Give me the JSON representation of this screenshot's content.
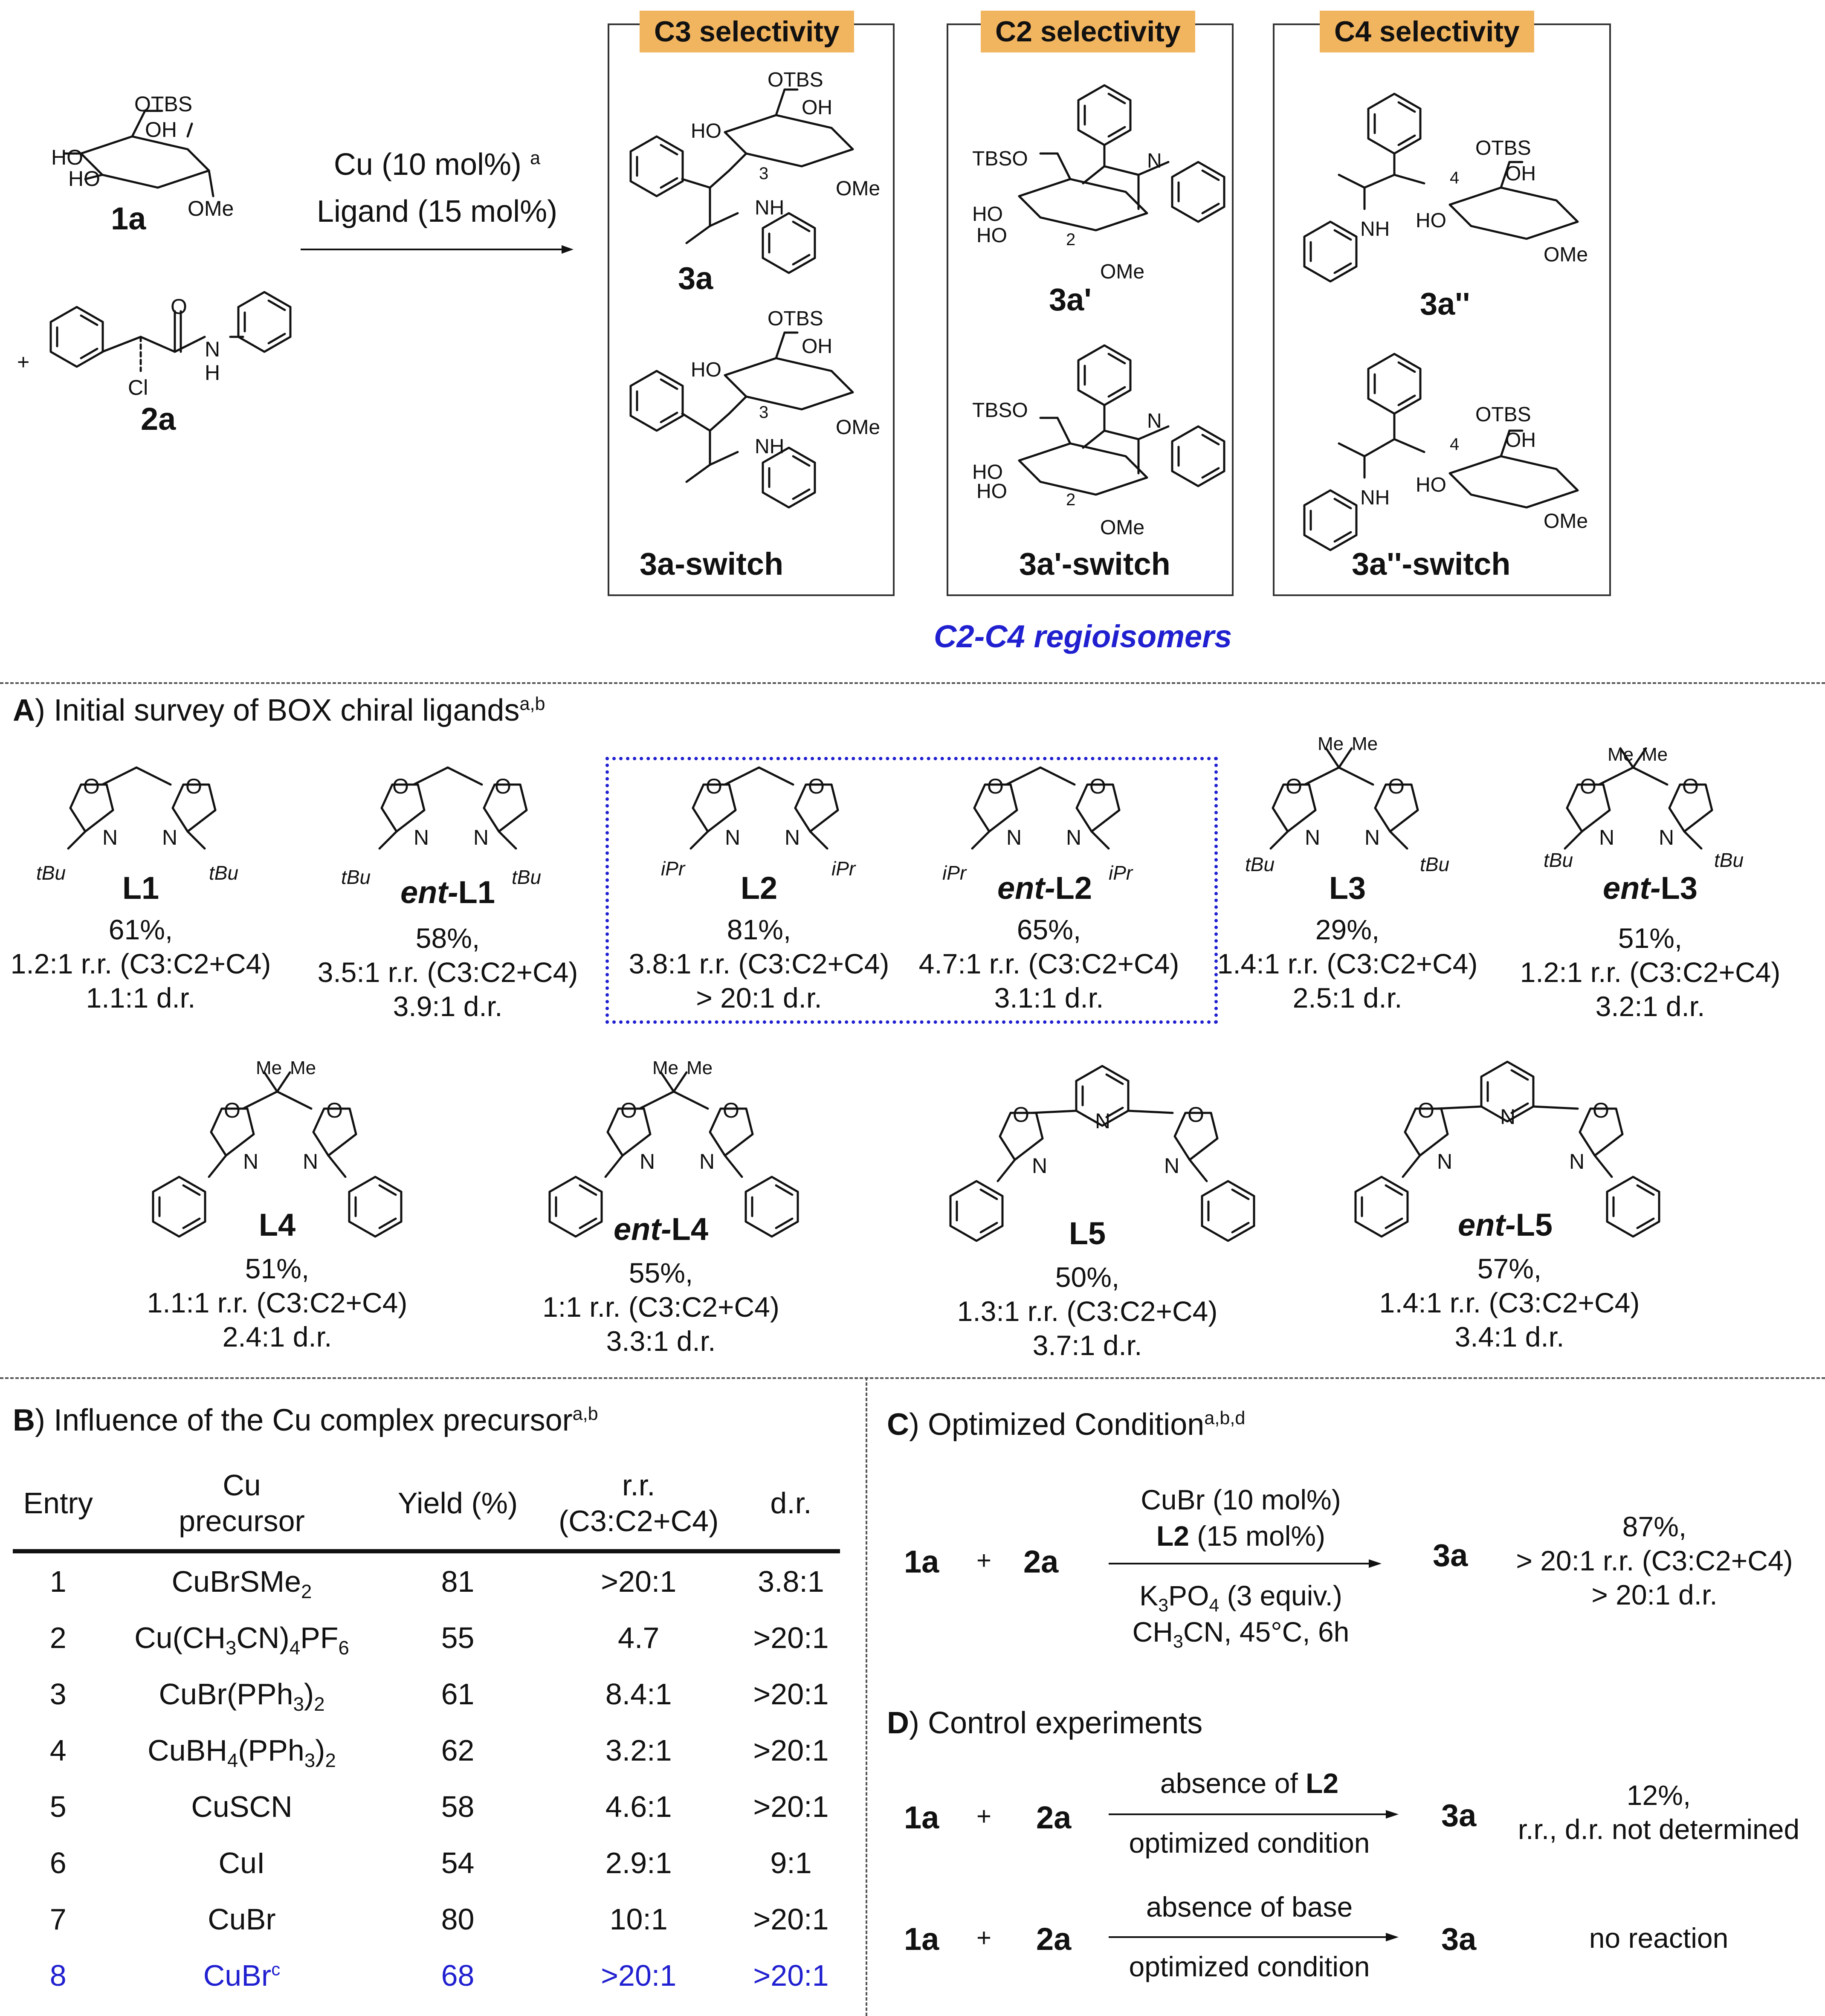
{
  "scheme": {
    "sm1": "1a",
    "sm2": "2a",
    "plus": "+",
    "condition_line1": "Cu (10 mol%)",
    "condition_line1_sup": "a",
    "condition_line2": "Ligand (15 mol%)",
    "atom_labels": {
      "otbs": "OTBS",
      "oh": "OH",
      "ho": "HO",
      "ome": "OMe",
      "o": "O",
      "nh": "NH",
      "n": "N",
      "h": "H",
      "cl": "Cl",
      "tbso": "TBSO",
      "pos3": "3",
      "pos2": "2",
      "pos4": "4"
    },
    "boxes": [
      {
        "header": "C3 selectivity",
        "products": [
          "3a",
          "3a-switch"
        ]
      },
      {
        "header": "C2 selectivity",
        "products": [
          "3a'",
          "3a'-switch"
        ]
      },
      {
        "header": "C4 selectivity",
        "products": [
          "3a''",
          "3a''-switch"
        ]
      }
    ],
    "regio_caption": "C2-C4 regioisomers",
    "colors": {
      "header_bg": "#f2b55f",
      "highlight_blue": "#2020d0"
    }
  },
  "sectionA": {
    "letter": "A",
    "title": ") Initial survey of BOX chiral ligands",
    "title_sup": "a,b",
    "ligand_labels": {
      "tbu": "tBu",
      "ipr": "iPr",
      "me": "Me",
      "o": "O",
      "n": "N"
    },
    "ligands": [
      {
        "prefix": "",
        "name": "L1",
        "yield": "61%,",
        "rr": "1.2:1 r.r.  (C3:C2+C4)",
        "dr": "1.1:1 d.r."
      },
      {
        "prefix": "ent-",
        "name": "L1",
        "yield": "58%,",
        "rr": "3.5:1 r.r.  (C3:C2+C4)",
        "dr": "3.9:1 d.r."
      },
      {
        "prefix": "",
        "name": "L2",
        "yield": "81%,",
        "rr": "3.8:1 r.r.  (C3:C2+C4)",
        "dr": "> 20:1 d.r."
      },
      {
        "prefix": "ent-",
        "name": "L2",
        "yield": "65%,",
        "rr": "4.7:1 r.r.  (C3:C2+C4)",
        "dr": "3.1:1 d.r."
      },
      {
        "prefix": "",
        "name": "L3",
        "yield": "29%,",
        "rr": "1.4:1 r.r.  (C3:C2+C4)",
        "dr": "2.5:1 d.r."
      },
      {
        "prefix": "ent-",
        "name": "L3",
        "yield": "51%,",
        "rr": "1.2:1 r.r.  (C3:C2+C4)",
        "dr": "3.2:1 d.r."
      },
      {
        "prefix": "",
        "name": "L4",
        "yield": "51%,",
        "rr": "1.1:1 r.r.  (C3:C2+C4)",
        "dr": "2.4:1 d.r."
      },
      {
        "prefix": "ent-",
        "name": "L4",
        "yield": "55%,",
        "rr": "1:1 r.r.  (C3:C2+C4)",
        "dr": "3.3:1 d.r."
      },
      {
        "prefix": "",
        "name": "L5",
        "yield": "50%,",
        "rr": "1.3:1 r.r.  (C3:C2+C4)",
        "dr": "3.7:1 d.r."
      },
      {
        "prefix": "ent-",
        "name": "L5",
        "yield": "57%,",
        "rr": "1.4:1 r.r.  (C3:C2+C4)",
        "dr": "3.4:1 d.r."
      }
    ]
  },
  "sectionB": {
    "letter": "B",
    "title": ") Influence of the Cu complex precursor",
    "title_sup": "a,b",
    "headers": {
      "entry": "Entry",
      "cu1": "Cu",
      "cu2": "precursor",
      "yield": "Yield (%)",
      "rr1": "r.r.",
      "rr2": "(C3:C2+C4)",
      "dr": "d.r."
    },
    "rows": [
      {
        "entry": "1",
        "precursor_html": "CuBrSMe<sub>2</sub>",
        "yield": "81",
        "rr": ">20:1",
        "dr": "3.8:1"
      },
      {
        "entry": "2",
        "precursor_html": "Cu(CH<sub>3</sub>CN)<sub>4</sub>PF<sub>6</sub>",
        "yield": "55",
        "rr": "4.7",
        "dr": ">20:1"
      },
      {
        "entry": "3",
        "precursor_html": "CuBr(PPh<sub>3</sub>)<sub>2</sub>",
        "yield": "61",
        "rr": "8.4:1",
        "dr": ">20:1"
      },
      {
        "entry": "4",
        "precursor_html": "CuBH<sub>4</sub>(PPh<sub>3</sub>)<sub>2</sub>",
        "yield": "62",
        "rr": "3.2:1",
        "dr": ">20:1"
      },
      {
        "entry": "5",
        "precursor_html": "CuSCN",
        "yield": "58",
        "rr": "4.6:1",
        "dr": ">20:1"
      },
      {
        "entry": "6",
        "precursor_html": "CuI",
        "yield": "54",
        "rr": "2.9:1",
        "dr": "9:1"
      },
      {
        "entry": "7",
        "precursor_html": "CuBr",
        "yield": "80",
        "rr": "10:1",
        "dr": ">20:1"
      },
      {
        "entry": "8",
        "precursor_html": "CuBr<sup>c</sup>",
        "yield": "68",
        "rr": ">20:1",
        "dr": ">20:1",
        "highlight": true
      }
    ]
  },
  "sectionC": {
    "letter": "C",
    "title": ") Optimized Condition",
    "title_sup": "a,b,d",
    "sm1": "1a",
    "plus": "+",
    "sm2": "2a",
    "product": "3a",
    "above1": "CuBr (10 mol%)",
    "above2_bold": "L2",
    "above2_rest": " (15 mol%)",
    "below1_html": "K<sub>3</sub>PO<sub>4</sub> (3 equiv.)",
    "below2_html": "CH<sub>3</sub>CN, 45°C, 6h",
    "result1": "87%,",
    "result2": "> 20:1 r.r.  (C3:C2+C4)",
    "result3": "> 20:1 d.r."
  },
  "sectionD": {
    "letter": "D",
    "title": ") Control experiments",
    "exp1": {
      "sm1": "1a",
      "plus": "+",
      "sm2": "2a",
      "above_pre": "absence of ",
      "above_bold": "L2",
      "below": "optimized condition",
      "product": "3a",
      "result1": "12%,",
      "result2": "r.r.,  d.r. not determined"
    },
    "exp2": {
      "sm1": "1a",
      "plus": "+",
      "sm2": "2a",
      "above": "absence of base",
      "below": "optimized condition",
      "product": "3a",
      "result1": "no reaction"
    }
  }
}
